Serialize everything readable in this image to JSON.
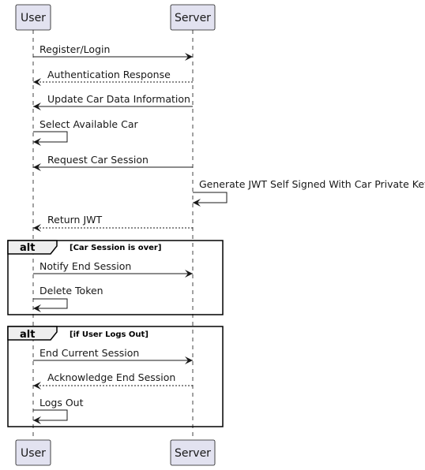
{
  "participants": [
    {
      "name": "User"
    },
    {
      "name": "Server"
    }
  ],
  "messages": [
    {
      "from": "User",
      "to": "Server",
      "label": "Register/Login",
      "style": "solid"
    },
    {
      "from": "Server",
      "to": "User",
      "label": "Authentication Response",
      "style": "dashed"
    },
    {
      "from": "Server",
      "to": "User",
      "label": "Update Car Data Information",
      "style": "solid"
    },
    {
      "from": "User",
      "to": "User",
      "label": "Select Available Car",
      "style": "solid"
    },
    {
      "from": "Server",
      "to": "User",
      "label": "Request Car Session",
      "style": "solid"
    },
    {
      "from": "Server",
      "to": "Server",
      "label": "Generate JWT Self Signed With Car Private Key",
      "style": "solid"
    },
    {
      "from": "Server",
      "to": "User",
      "label": "Return JWT",
      "style": "dashed"
    },
    {
      "from": "User",
      "to": "Server",
      "label": "Notify End Session",
      "style": "solid"
    },
    {
      "from": "User",
      "to": "User",
      "label": "Delete Token",
      "style": "solid"
    },
    {
      "from": "User",
      "to": "Server",
      "label": "End Current Session",
      "style": "solid"
    },
    {
      "from": "Server",
      "to": "User",
      "label": "Acknowledge End Session",
      "style": "dashed"
    },
    {
      "from": "User",
      "to": "User",
      "label": "Logs Out",
      "style": "solid"
    }
  ],
  "fragments": [
    {
      "keyword": "alt",
      "condition": "[Car Session is over]"
    },
    {
      "keyword": "alt",
      "condition": "[if User Logs Out]"
    }
  ],
  "colors": {
    "actor_fill": "#E2E2F0",
    "actor_border": "#181818",
    "line": "#181818",
    "background": "#FFFFFF"
  }
}
